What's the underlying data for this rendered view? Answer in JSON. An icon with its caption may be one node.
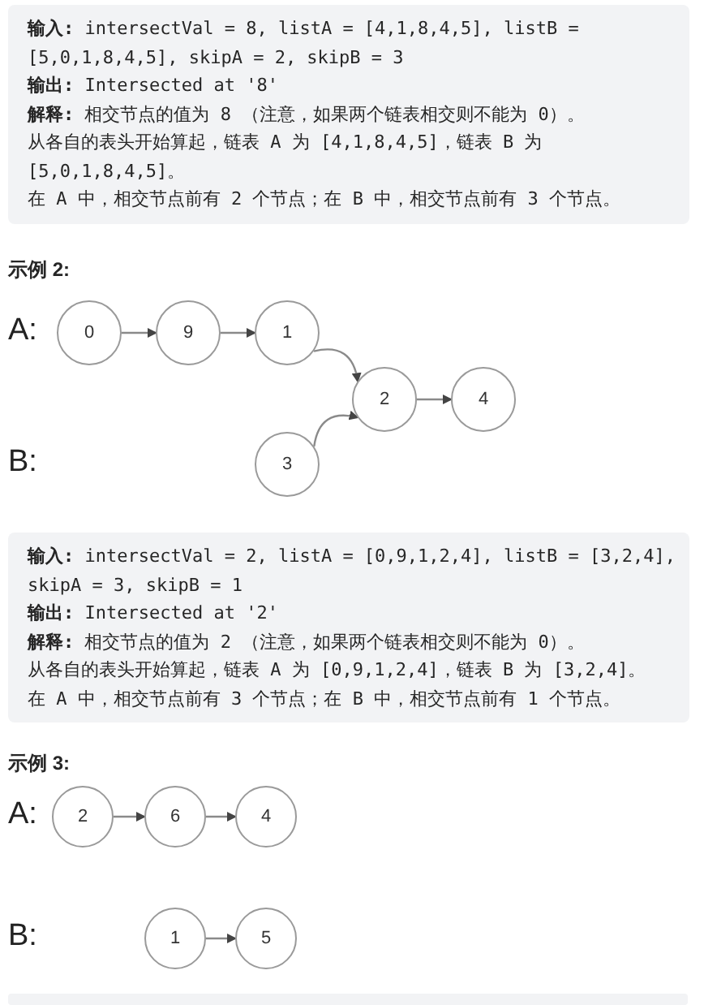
{
  "diagram": {
    "nodes": [
      {
        "text": [
          "**输入:** intersectVal = 8, listA = [4,1,8,4,5], listB = [5,0,1,8,4,5], skipA = 2, skipB = 3",
          "**输出:** Intersected at '8'",
          "**解释:** 相交节点的值为 8 （注意，如果两个链表相交则不能为 0）。",
          "从各自的表头开始算起，链表 A 为 [4,1,8,4,5]，链表 B 为 [5,0,1,8,4,5]。",
          "在 A 中，相交节点前有 2 个节点；在 B 中，相交节点前有 3 个节点。"
        ]
      },
      {
        "text": [
          "0"
        ]
      },
      {
        "text": [
          "9"
        ]
      },
      {
        "text": [
          "1"
        ]
      },
      {
        "text": [
          "2"
        ]
      },
      {
        "text": [
          "4"
        ]
      },
      {
        "text": [
          "3"
        ]
      },
      {
        "text": [
          "**输入:** intersectVal = 2, listA = [0,9,1,2,4], listB = [3,2,4], skipA = 3, skipB = 1",
          "**输出:** Intersected at '2'",
          "**解释:** 相交节点的值为 2 （注意，如果两个链表相交则不能为 0）。",
          "从各自的表头开始算起，链表 A 为 [0,9,1,2,4]，链表 B 为 [3,2,4]。",
          "在 A 中，相交节点前有 3 个节点；在 B 中，相交节点前有 1 个节点。"
        ]
      },
      {
        "text": [
          "2"
        ]
      },
      {
        "text": [
          "6"
        ]
      },
      {
        "text": [
          "4"
        ]
      },
      {
        "text": [
          "1"
        ]
      },
      {
        "text": [
          "5"
        ]
      },
      {
        "text": [],
        "shape": "box"
      }
    ],
    "edges": [
      {
        "from": 1,
        "to": 2,
        "arrow": "to"
      },
      {
        "from": 2,
        "to": 3,
        "arrow": "to"
      },
      {
        "from": 3,
        "to": 4,
        "arrow": "to"
      },
      {
        "from": 6,
        "to": 4,
        "arrow": "to"
      },
      {
        "from": 4,
        "to": 5,
        "arrow": "to"
      },
      {
        "from": 8,
        "to": 9,
        "arrow": "to"
      },
      {
        "from": 9,
        "to": 10,
        "arrow": "to"
      },
      {
        "from": 11,
        "to": 12,
        "arrow": "to"
      }
    ],
    "labels": [
      "示例 2:",
      "A:",
      "B:",
      "示例 3:",
      "A:",
      "B:"
    ]
  }
}
